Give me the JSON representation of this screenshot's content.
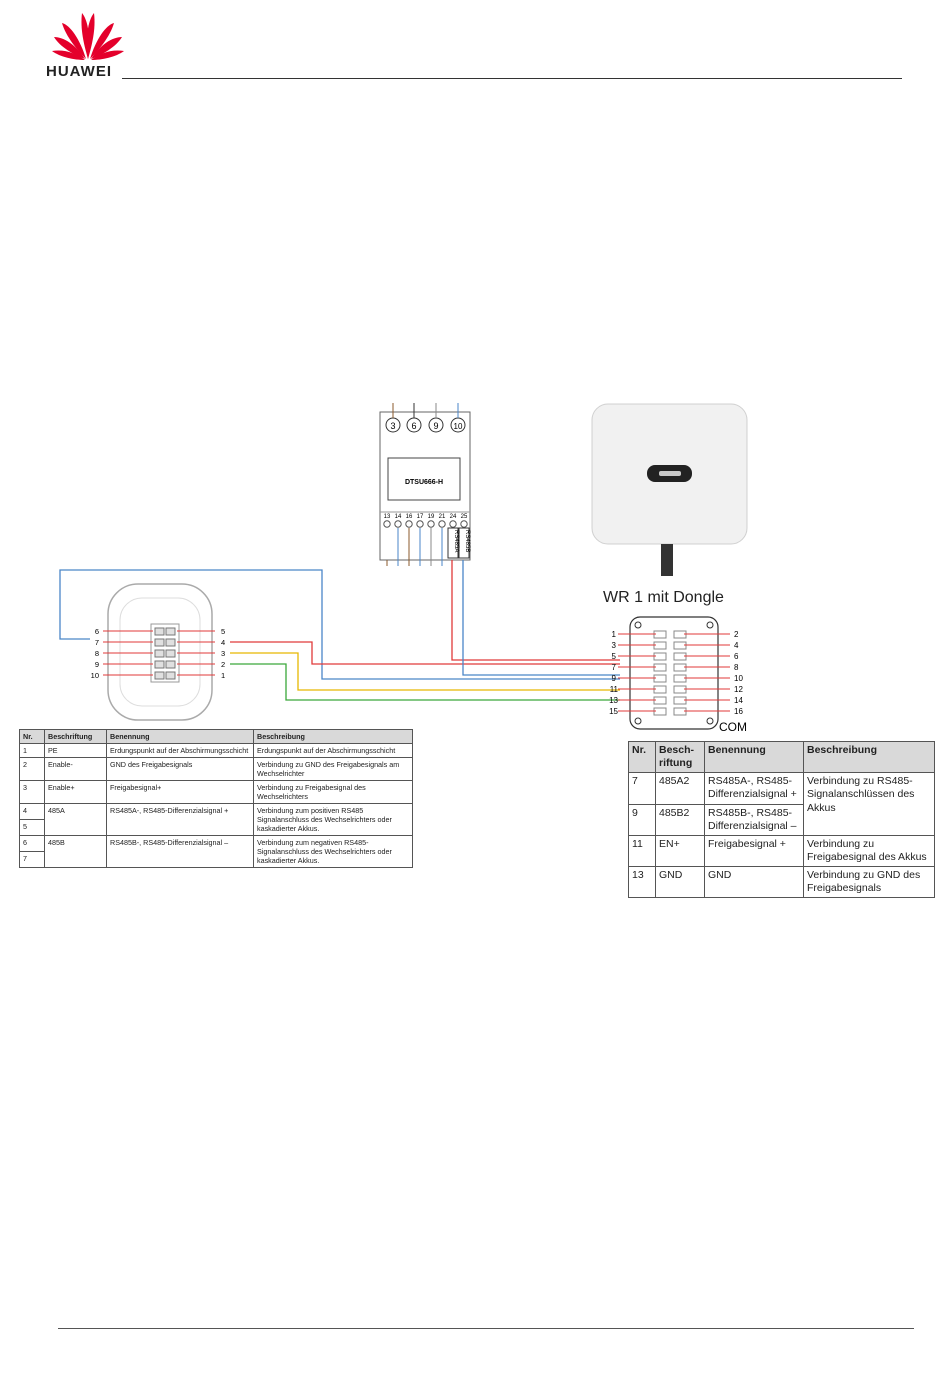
{
  "header": {
    "brand": "HUAWEI"
  },
  "diagram": {
    "meter_top_terminals": [
      "3",
      "6",
      "9",
      "10"
    ],
    "meter_model": "DTSU666-H",
    "meter_bottom_terminals": [
      "13",
      "14",
      "16",
      "17",
      "19",
      "21",
      "24",
      "25"
    ],
    "meter_rs485_labels": [
      "RS485B",
      "RS485A"
    ],
    "inverter_title": "WR 1 mit Dongle",
    "com_left_pins": [
      "1",
      "3",
      "5",
      "7",
      "9",
      "11",
      "13",
      "15"
    ],
    "com_right_pins": [
      "2",
      "4",
      "6",
      "8",
      "10",
      "12",
      "14",
      "16"
    ],
    "com_label": "COM",
    "battery_left_pins": [
      "6",
      "7",
      "8",
      "9",
      "10"
    ],
    "battery_right_pins": [
      "5",
      "4",
      "3",
      "2",
      "1"
    ],
    "wire_colors": {
      "red": "#e03a3a",
      "blue": "#4a86c8",
      "yellow": "#e6b800",
      "green": "#3aa83a"
    }
  },
  "table_left": {
    "headers": [
      "Nr.",
      "Beschriftung",
      "Benennung",
      "Beschreibung"
    ],
    "rows": [
      {
        "nr": "1",
        "beschriftung": "PE",
        "benennung": "Erdungspunkt auf der Abschirmungsschicht",
        "beschreibung": "Erdungspunkt auf der Abschirmungsschicht"
      },
      {
        "nr": "2",
        "beschriftung": "Enable-",
        "benennung": "GND des Freigabesignals",
        "beschreibung": "Verbindung zu GND des Freigabesignals am Wechselrichter"
      },
      {
        "nr": "3",
        "beschriftung": "Enable+",
        "benennung": "Freigabesignal+",
        "beschreibung": "Verbindung zu Freigabesignal des Wechselrichters"
      },
      {
        "nr": "4",
        "nr2": "5",
        "beschriftung": "485A",
        "benennung": "RS485A-, RS485-Differenzialsignal +",
        "beschreibung": "Verbindung zum positiven RS485 Signalanschluss des Wechselrichters oder kaskadierter Akkus."
      },
      {
        "nr": "6",
        "nr2": "7",
        "beschriftung": "485B",
        "benennung": "RS485B-, RS485-Differenzialsignal –",
        "beschreibung": "Verbindung zum negativen RS485-Signalanschluss des Wechselrichters oder kaskadierter Akkus."
      }
    ]
  },
  "table_right": {
    "headers": [
      "Nr.",
      "Besch-riftung",
      "Benennung",
      "Beschreibung"
    ],
    "rows": [
      {
        "nr": "7",
        "beschriftung": "485A2",
        "benennung": "RS485A-, RS485-Differenzialsignal +",
        "beschreibung": "Verbindung zu RS485-Signalanschlüssen des Akkus"
      },
      {
        "nr": "9",
        "beschriftung": "485B2",
        "benennung": "RS485B-, RS485-Differenzialsignal –",
        "beschreibung": ""
      },
      {
        "nr": "11",
        "beschriftung": "EN+",
        "benennung": "Freigabesignal +",
        "beschreibung": "Verbindung zu Freigabesignal des Akkus"
      },
      {
        "nr": "13",
        "beschriftung": "GND",
        "benennung": "GND",
        "beschreibung": "Verbindung zu GND des Freigabesignals"
      }
    ]
  }
}
